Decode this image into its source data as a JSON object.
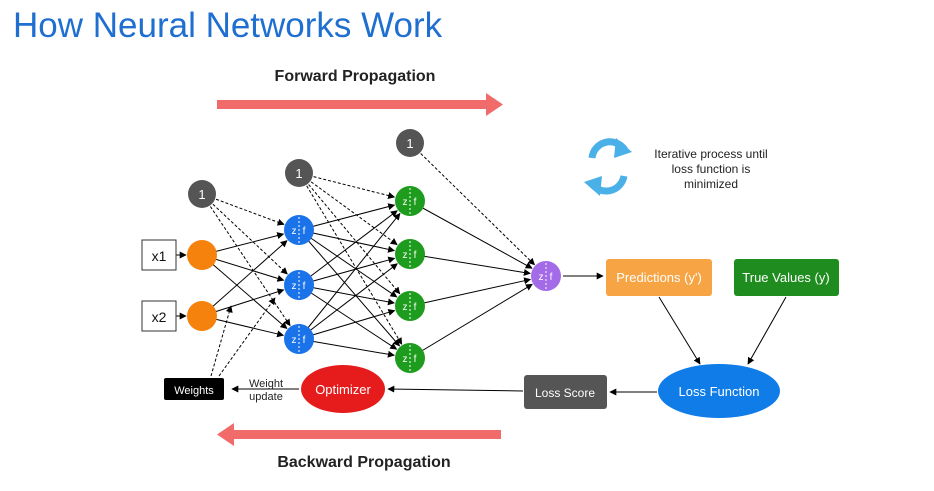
{
  "title": "How Neural Networks Work",
  "forward_label": "Forward Propagation",
  "backward_label": "Backward Propagation",
  "iterative_note": [
    "Iterative process until",
    "loss function is",
    "minimized"
  ],
  "inputs": [
    "x1",
    "x2"
  ],
  "bias_label": "1",
  "neuron_parts": {
    "z": "z",
    "f": "f"
  },
  "predictions_label": "Predictions (y')",
  "true_values_label": "True Values (y)",
  "loss_function_label": "Loss Function",
  "loss_score_label": "Loss Score",
  "optimizer_label": "Optimizer",
  "weight_update_label": [
    "Weight",
    "update"
  ],
  "weights_label": "Weights",
  "colors": {
    "title": "#1f6fd1",
    "arrow_red": "#f26b6b",
    "input_neuron": "#f5820d",
    "hidden1_neuron": "#1a73e8",
    "hidden2_neuron": "#1e9c1e",
    "output_neuron": "#a46be8",
    "bias": "#555555",
    "predictions": "#f7a444",
    "true_values": "#1e8c1e",
    "loss_function": "#0f7ce8",
    "loss_score": "#555555",
    "optimizer": "#e61c1c",
    "weights": "#000000",
    "cycle": "#4ab0e8"
  }
}
